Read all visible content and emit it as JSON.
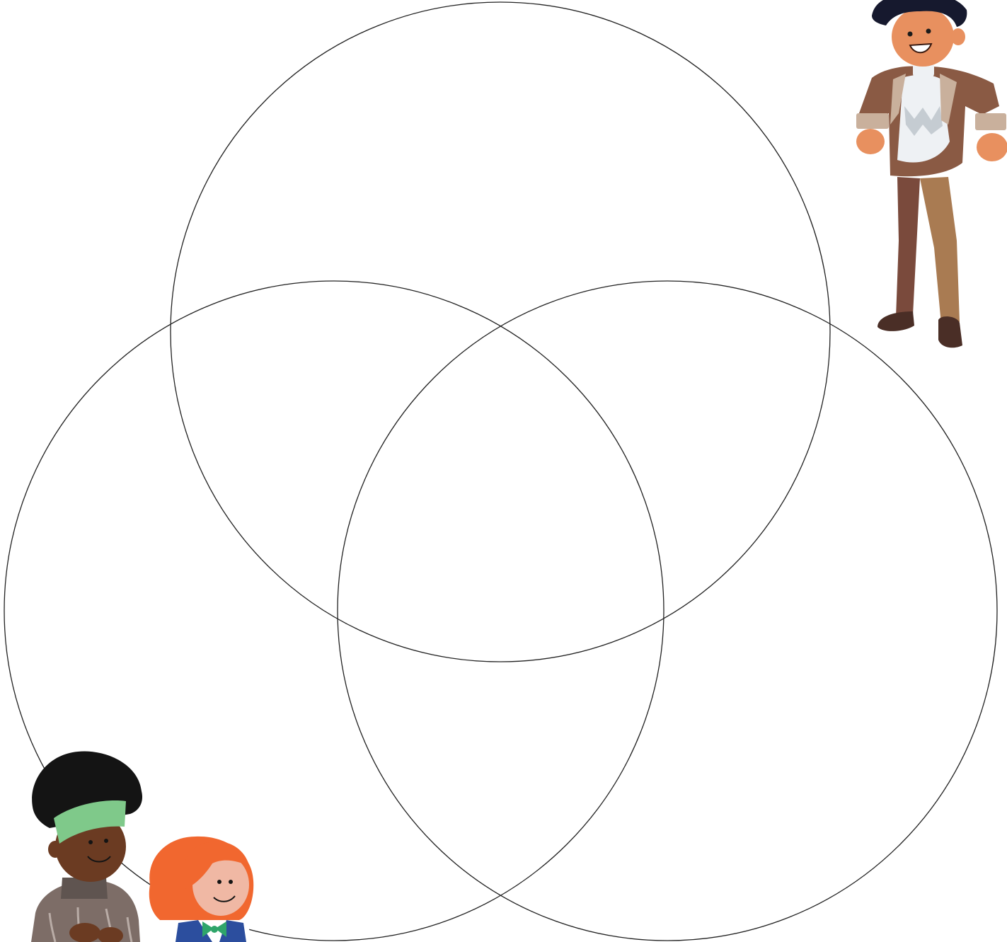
{
  "diagram": {
    "type": "venn",
    "circle_count": 3,
    "stroke_color": "#222222",
    "background": "#ffffff",
    "labels": []
  },
  "illustrations": [
    {
      "name": "man-brown-jacket",
      "colors": {
        "skin": "#e8905f",
        "hair": "#16192e",
        "jacket": "#8a5a44",
        "lapel": "#c9b09c",
        "sweater": "#eef1f4",
        "pants_left": "#7a4a3c",
        "pants_right": "#a97b52",
        "shoes": "#4a2e26"
      }
    },
    {
      "name": "woman-green-headband",
      "colors": {
        "skin": "#6b3b22",
        "hair": "#141414",
        "headband": "#7fc98a",
        "sweater": "#7d6d67"
      }
    },
    {
      "name": "girl-red-hair",
      "colors": {
        "skin": "#f0b8a4",
        "hair": "#f1672f",
        "vest": "#2c4e9e",
        "bow": "#2fa56a",
        "shirt": "#ffffff"
      }
    }
  ]
}
